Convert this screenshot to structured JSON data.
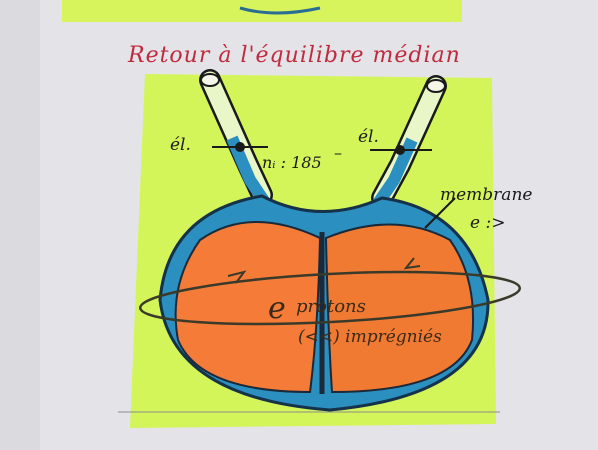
{
  "title": "Retour à l'équilibre médian",
  "labels": {
    "el_left": "él.",
    "el_right": "él.",
    "ni": "nᵢ : 185",
    "dash": "–",
    "membrane": "membrane",
    "membrane_charge": "e :>",
    "protons_symbol": "e",
    "protons": "protons",
    "impregnated": "(<<) imprégniés"
  },
  "colors": {
    "paper": "#e8e6e9",
    "green_card": "#d6f55a",
    "cell_fill": "#f27a36",
    "cell_outline": "#1f5d8a",
    "liquid": "#2b8fbf",
    "title_ink": "#c02a3e",
    "ink": "#1a1a1a"
  }
}
